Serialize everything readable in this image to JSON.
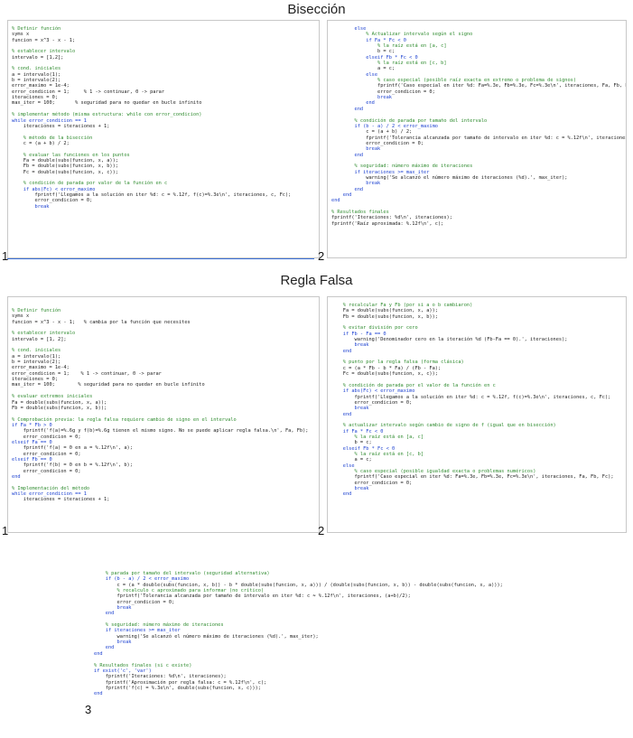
{
  "titles": {
    "top": "Bisección",
    "middle": "Regla Falsa"
  },
  "panel_numbers": [
    "1",
    "2",
    "1",
    "2",
    "3"
  ],
  "code_panels": [
    {
      "lines": [
        {
          "t": "% Definir función",
          "c": "c"
        },
        {
          "t": "syms x"
        },
        {
          "t": "funcion = x^3 - x - 1;"
        },
        {
          "t": ""
        },
        {
          "t": "% establecer intervalo",
          "c": "c"
        },
        {
          "t": "intervalo = [1,2];"
        },
        {
          "t": ""
        },
        {
          "t": "% cond. iniciales",
          "c": "c"
        },
        {
          "t": "a = intervalo(1);"
        },
        {
          "t": "b = intervalo(2);"
        },
        {
          "t": "error_maximo = 1e-4;"
        },
        {
          "t": "error_condicion = 1;     % 1 -> continuar, 0 -> parar"
        },
        {
          "t": "iteraciones = 0;"
        },
        {
          "t": "max_iter = 100;       % seguridad para no quedar en bucle infinito"
        },
        {
          "t": ""
        },
        {
          "t": "% implementar método (misma estructura: while con error_condicion)",
          "c": "c"
        },
        {
          "t": "while error_condicion == 1",
          "c": "k"
        },
        {
          "t": "    iteraciones = iteraciones + 1;"
        },
        {
          "t": ""
        },
        {
          "t": "    % método de la bisección",
          "c": "c"
        },
        {
          "t": "    c = (a + b) / 2;"
        },
        {
          "t": ""
        },
        {
          "t": "    % evaluar las funciones en los puntos",
          "c": "c"
        },
        {
          "t": "    Fa = double(subs(funcion, x, a));"
        },
        {
          "t": "    Fb = double(subs(funcion, x, b));"
        },
        {
          "t": "    Fc = double(subs(funcion, x, c));"
        },
        {
          "t": ""
        },
        {
          "t": "    % condición de parada por valor de la función en c",
          "c": "c"
        },
        {
          "t": "    if abs(Fc) < error_maximo",
          "c": "k"
        },
        {
          "t": "        fprintf('Llegamos a la solución en iter %d: c = %.12f, f(c)=%.3e\\n', iteraciones, c, Fc);"
        },
        {
          "t": "        error_condicion = 0;"
        },
        {
          "t": "        break",
          "c": "k"
        }
      ]
    },
    {
      "lines": [
        {
          "t": "        else",
          "c": "k"
        },
        {
          "t": "            % Actualizar intervalo según el signo",
          "c": "c"
        },
        {
          "t": "            if Fa * Fc < 0",
          "c": "k"
        },
        {
          "t": "                % la raíz está en [a, c]",
          "c": "c"
        },
        {
          "t": "                b = c;"
        },
        {
          "t": "            elseif Fb * Fc < 0",
          "c": "k"
        },
        {
          "t": "                % la raíz está en [c, b]",
          "c": "c"
        },
        {
          "t": "                a = c;"
        },
        {
          "t": "            else",
          "c": "k"
        },
        {
          "t": "                % caso especial (posible raíz exacta en extremo o problema de signos)",
          "c": "c"
        },
        {
          "t": "                fprintf('Caso especial en iter %d: Fa=%.3e, Fb=%.3e, Fc=%.3e\\n', iteraciones, Fa, Fb, Fc);"
        },
        {
          "t": "                error_condicion = 0;"
        },
        {
          "t": "                break",
          "c": "k"
        },
        {
          "t": "            end",
          "c": "k"
        },
        {
          "t": "        end",
          "c": "k"
        },
        {
          "t": ""
        },
        {
          "t": "        % condición de parada por tamaño del intervalo",
          "c": "c"
        },
        {
          "t": "        if (b - a) / 2 < error_maximo",
          "c": "k"
        },
        {
          "t": "            c = (a + b) / 2;"
        },
        {
          "t": "            fprintf('Tolerancia alcanzada por tamaño de intervalo en iter %d: c = %.12f\\n', iteraciones, c);"
        },
        {
          "t": "            error_condicion = 0;"
        },
        {
          "t": "            break",
          "c": "k"
        },
        {
          "t": "        end",
          "c": "k"
        },
        {
          "t": ""
        },
        {
          "t": "        % seguridad: número máximo de iteraciones",
          "c": "c"
        },
        {
          "t": "        if iteraciones >= max_iter",
          "c": "k"
        },
        {
          "t": "            warning('Se alcanzó el número máximo de iteraciones (%d).', max_iter);"
        },
        {
          "t": "            break",
          "c": "k"
        },
        {
          "t": "        end",
          "c": "k"
        },
        {
          "t": "    end",
          "c": "k"
        },
        {
          "t": "end",
          "c": "k"
        },
        {
          "t": ""
        },
        {
          "t": "% Resultados finales",
          "c": "c"
        },
        {
          "t": "fprintf('Iteraciones: %d\\n', iteraciones);"
        },
        {
          "t": "fprintf('Raíz aproximada: %.12f\\n', c);"
        }
      ]
    },
    {
      "lines": [
        {
          "t": "% Definir función",
          "c": "c"
        },
        {
          "t": "syms x"
        },
        {
          "t": "funcion = x^3 - x - 1;   % cambia por la función que necesites"
        },
        {
          "t": ""
        },
        {
          "t": "% establecer intervalo",
          "c": "c"
        },
        {
          "t": "intervalo = [1, 2];"
        },
        {
          "t": ""
        },
        {
          "t": "% cond. iniciales",
          "c": "c"
        },
        {
          "t": "a = intervalo(1);"
        },
        {
          "t": "b = intervalo(2);"
        },
        {
          "t": "error_maximo = 1e-4;"
        },
        {
          "t": "error_condicion = 1;    % 1 -> continuar, 0 -> parar"
        },
        {
          "t": "iteraciones = 0;"
        },
        {
          "t": "max_iter = 100;        % seguridad para no quedar en bucle infinito"
        },
        {
          "t": ""
        },
        {
          "t": "% evaluar extremos iniciales",
          "c": "c"
        },
        {
          "t": "Fa = double(subs(funcion, x, a));"
        },
        {
          "t": "Fb = double(subs(funcion, x, b));"
        },
        {
          "t": ""
        },
        {
          "t": "% Comprobación previa: la regla falsa requiere cambio de signo en el intervalo",
          "c": "c"
        },
        {
          "t": "if Fa * Fb > 0",
          "c": "k"
        },
        {
          "t": "    fprintf('f(a)=%.6g y f(b)=%.6g tienen el mismo signo. No se puede aplicar regla falsa.\\n', Fa, Fb);"
        },
        {
          "t": "    error_condicion = 0;"
        },
        {
          "t": "elseif Fa == 0",
          "c": "k"
        },
        {
          "t": "    fprintf('f(a) = 0 en a = %.12f\\n', a);"
        },
        {
          "t": "    error_condicion = 0;"
        },
        {
          "t": "elseif Fb == 0",
          "c": "k"
        },
        {
          "t": "    fprintf('f(b) = 0 en b = %.12f\\n', b);"
        },
        {
          "t": "    error_condicion = 0;"
        },
        {
          "t": "end",
          "c": "k"
        },
        {
          "t": ""
        },
        {
          "t": "% Implementación del método",
          "c": "c"
        },
        {
          "t": "while error_condicion == 1",
          "c": "k"
        },
        {
          "t": "    iteraciones = iteraciones + 1;"
        }
      ]
    },
    {
      "lines": [
        {
          "t": "    % recalcular Fa y Fb (por si a o b cambiaron)",
          "c": "c"
        },
        {
          "t": "    Fa = double(subs(funcion, x, a));"
        },
        {
          "t": "    Fb = double(subs(funcion, x, b));"
        },
        {
          "t": ""
        },
        {
          "t": "    % evitar división por cero",
          "c": "c"
        },
        {
          "t": "    if Fb - Fa == 0",
          "c": "k"
        },
        {
          "t": "        warning('Denominador cero en la iteración %d (Fb-Fa == 0).', iteraciones);"
        },
        {
          "t": "        break",
          "c": "k"
        },
        {
          "t": "    end",
          "c": "k"
        },
        {
          "t": ""
        },
        {
          "t": "    % punto por la regla falsa (forma clásica)",
          "c": "c"
        },
        {
          "t": "    c = (a * Fb - b * Fa) / (Fb - Fa);"
        },
        {
          "t": "    Fc = double(subs(funcion, x, c));"
        },
        {
          "t": ""
        },
        {
          "t": "    % condición de parada por el valor de la función en c",
          "c": "c"
        },
        {
          "t": "    if abs(Fc) < error_maximo",
          "c": "k"
        },
        {
          "t": "        fprintf('Llegamos a la solución en iter %d: c = %.12f, f(c)=%.3e\\n', iteraciones, c, Fc);"
        },
        {
          "t": "        error_condicion = 0;"
        },
        {
          "t": "        break",
          "c": "k"
        },
        {
          "t": "    end",
          "c": "k"
        },
        {
          "t": ""
        },
        {
          "t": "    % actualizar intervalo según cambio de signo de f (igual que en bisección)",
          "c": "c"
        },
        {
          "t": "    if Fa * Fc < 0",
          "c": "k"
        },
        {
          "t": "        % la raíz está en [a, c]",
          "c": "c"
        },
        {
          "t": "        b = c;"
        },
        {
          "t": "    elseif Fb * Fc < 0",
          "c": "k"
        },
        {
          "t": "        % la raíz está en [c, b]",
          "c": "c"
        },
        {
          "t": "        a = c;"
        },
        {
          "t": "    else",
          "c": "k"
        },
        {
          "t": "        % caso especial (posible igualdad exacta o problemas numéricos)",
          "c": "c"
        },
        {
          "t": "        fprintf('Caso especial en iter %d: Fa=%.3e, Fb=%.3e, Fc=%.3e\\n', iteraciones, Fa, Fb, Fc);"
        },
        {
          "t": "        error_condicion = 0;"
        },
        {
          "t": "        break",
          "c": "k"
        },
        {
          "t": "    end",
          "c": "k"
        }
      ]
    },
    {
      "lines": [
        {
          "t": "    % parada por tamaño del intervalo (seguridad alternativa)",
          "c": "c"
        },
        {
          "t": "    if (b - a) / 2 < error_maximo",
          "c": "k"
        },
        {
          "t": "        c = (a * double(subs(funcion, x, b)) - b * double(subs(funcion, x, a))) / (double(subs(funcion, x, b)) - double(subs(funcion, x, a)));"
        },
        {
          "t": "        % recalculo c aproximado para informar (no crítico)",
          "c": "c"
        },
        {
          "t": "        fprintf('Tolerancia alcanzada por tamaño de intervalo en iter %d: c ≈ %.12f\\n', iteraciones, (a+b)/2);"
        },
        {
          "t": "        error_condicion = 0;"
        },
        {
          "t": "        break",
          "c": "k"
        },
        {
          "t": "    end",
          "c": "k"
        },
        {
          "t": ""
        },
        {
          "t": "    % seguridad: número máximo de iteraciones",
          "c": "c"
        },
        {
          "t": "    if iteraciones >= max_iter",
          "c": "k"
        },
        {
          "t": "        warning('Se alcanzó el número máximo de iteraciones (%d).', max_iter);"
        },
        {
          "t": "        break",
          "c": "k"
        },
        {
          "t": "    end",
          "c": "k"
        },
        {
          "t": "end",
          "c": "k"
        },
        {
          "t": ""
        },
        {
          "t": "% Resultados finales (si c existe)",
          "c": "c"
        },
        {
          "t": "if exist('c', 'var')",
          "c": "k"
        },
        {
          "t": "    fprintf('Iteraciones: %d\\n', iteraciones);"
        },
        {
          "t": "    fprintf('Aproximación por regla falsa: c = %.12f\\n', c);"
        },
        {
          "t": "    fprintf('f(c) = %.3e\\n', double(subs(funcion, x, c)));"
        },
        {
          "t": "end",
          "c": "k"
        }
      ]
    }
  ]
}
